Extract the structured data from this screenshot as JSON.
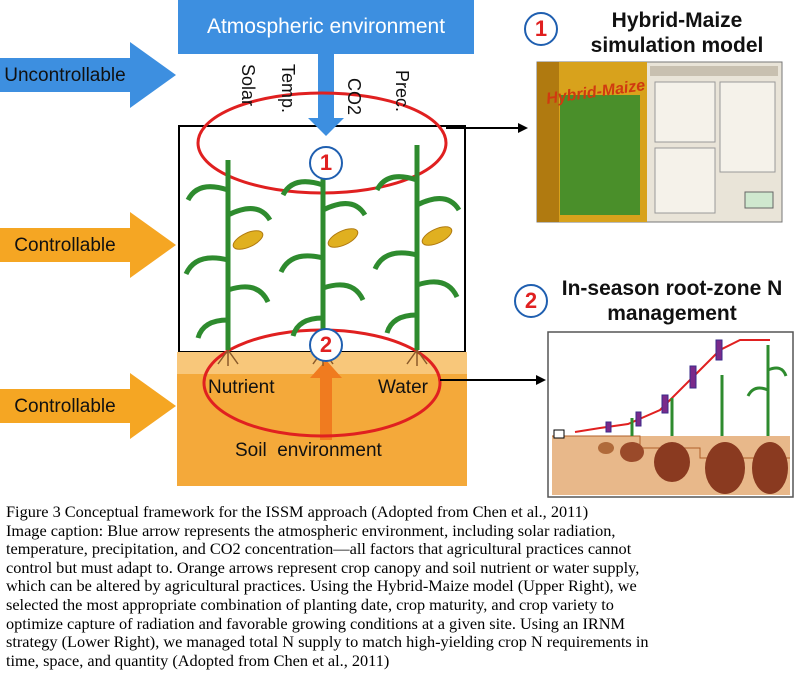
{
  "diagram": {
    "top_banner": "Atmospheric environment",
    "left_arrows": {
      "uncontrollable": "Uncontrollable",
      "controllable_canopy": "Controllable",
      "controllable_soil": "Controllable"
    },
    "factors": [
      "Solar",
      "Temp.",
      "CO2",
      "Prec."
    ],
    "markers": [
      "1",
      "2"
    ],
    "soil": {
      "nutrient": "Nutrient",
      "water": "Water",
      "environment": "Soil  environment"
    },
    "model_title_line1": "Hybrid-Maize",
    "model_title_line2": "simulation model",
    "model_book_title": "Hybrid-Maize",
    "irnm_title_line1": "In-season root-zone N",
    "irnm_title_line2": "management"
  },
  "caption": {
    "lines": [
      "Figure 3 Conceptual framework for the ISSM approach (Adopted from Chen et al., 2011)",
      "Image caption: Blue arrow represents the atmospheric environment, including solar radiation,",
      "temperature, precipitation, and CO2 concentration—all factors that agricultural practices cannot",
      "control but must adapt to. Orange arrows represent crop canopy and soil nutrient or water supply,",
      "which can be altered by agricultural practices. Using the Hybrid-Maize model (Upper Right), we",
      "selected the most appropriate combination of planting date, crop maturity, and crop variety to",
      "optimize capture of radiation and favorable growing conditions at a given site. Using an IRNM",
      "strategy (Lower Right), we managed total N supply to match high-yielding crop N requirements in",
      "time, space, and quantity (Adopted from Chen et al., 2011)"
    ]
  },
  "colors": {
    "blue": "#3d8fe0",
    "orange": "#f5a623",
    "soil": "#f4a93a",
    "red": "#e02020"
  }
}
